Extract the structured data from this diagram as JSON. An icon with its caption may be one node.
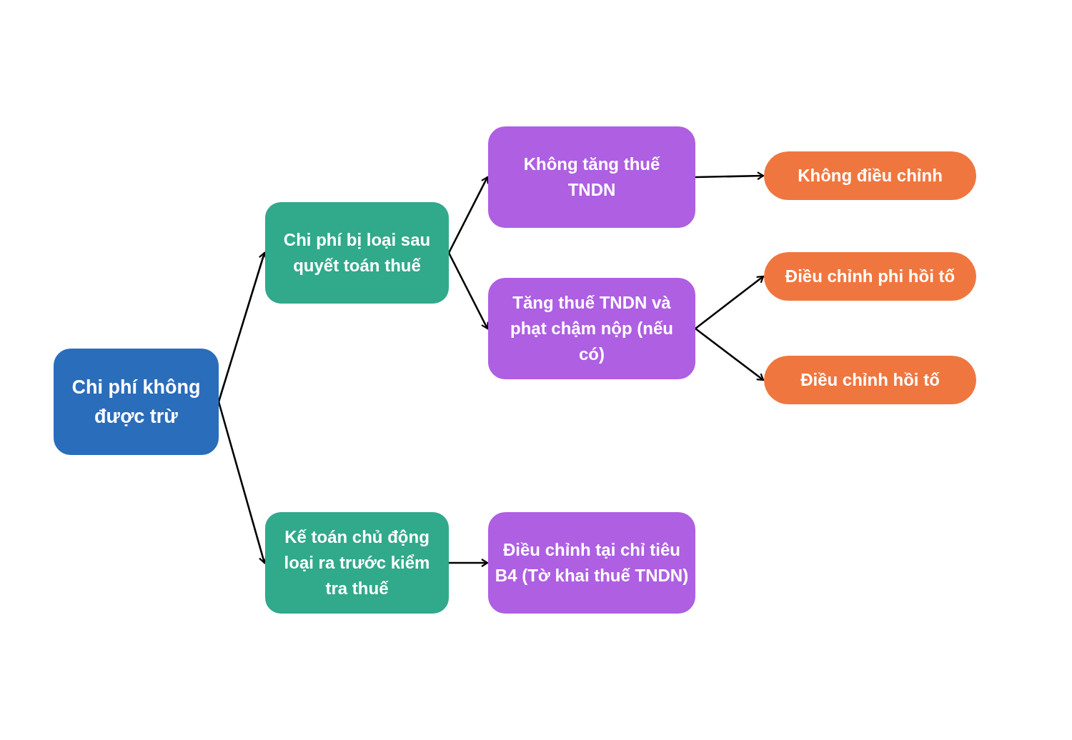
{
  "diagram": {
    "nodes": [
      {
        "text": [
          "Chi phí không được trừ"
        ]
      },
      {
        "text": [
          "Chi phí bị loại sau quyết toán thuế"
        ]
      },
      {
        "text": [
          "Kế toán chủ động loại ra trước kiểm tra thuế"
        ]
      },
      {
        "text": [
          "Không tăng thuế TNDN"
        ]
      },
      {
        "text": [
          "Tăng thuế TNDN và phạt chậm nộp (nếu có)"
        ]
      },
      {
        "text": [
          "Điều chỉnh tại chỉ tiêu B4 (Tờ khai thuế TNDN)"
        ]
      },
      {
        "text": [
          "Không điều chỉnh"
        ]
      },
      {
        "text": [
          "Điều chỉnh phi hồi tố"
        ]
      },
      {
        "text": [
          "Điều chỉnh hồi tố"
        ]
      }
    ],
    "edges": [
      {
        "from": 0,
        "to": 1,
        "arrow": "to"
      },
      {
        "from": 0,
        "to": 2,
        "arrow": "to"
      },
      {
        "from": 1,
        "to": 3,
        "arrow": "to"
      },
      {
        "from": 1,
        "to": 4,
        "arrow": "to"
      },
      {
        "from": 2,
        "to": 5,
        "arrow": "to"
      },
      {
        "from": 3,
        "to": 6,
        "arrow": "to"
      },
      {
        "from": 4,
        "to": 7,
        "arrow": "to"
      },
      {
        "from": 4,
        "to": 8,
        "arrow": "to"
      }
    ]
  }
}
